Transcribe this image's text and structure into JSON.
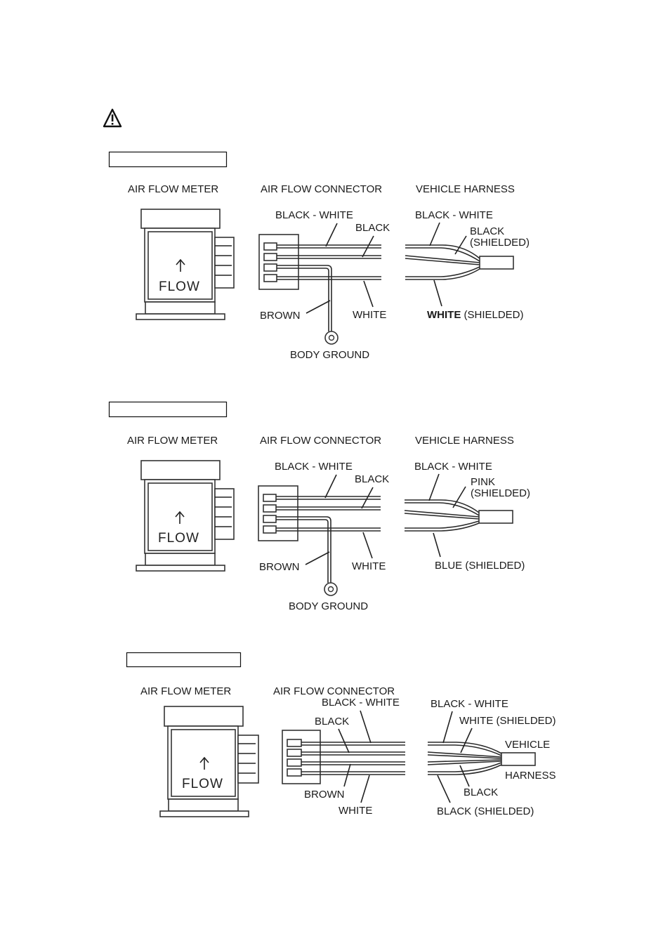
{
  "warning_icon": "warning-triangle-icon",
  "sections": [
    {
      "headers": {
        "meter": "AIR FLOW METER",
        "connector": "AIR FLOW CONNECTOR",
        "harness": "VEHICLE HARNESS"
      },
      "flow_text": "FLOW",
      "connector_labels": {
        "top": "BLACK - WHITE",
        "mid": "BLACK",
        "bottom": "WHITE",
        "ground_wire": "BROWN",
        "ground": "BODY GROUND"
      },
      "harness_labels": {
        "top": "BLACK - WHITE",
        "mid_1": "BLACK",
        "mid_2": "(SHIELDED)",
        "bottom_1": "WHITE",
        "bottom_2": "(SHIELDED)"
      }
    },
    {
      "headers": {
        "meter": "AIR FLOW METER",
        "connector": "AIR FLOW CONNECTOR",
        "harness": "VEHICLE HARNESS"
      },
      "flow_text": "FLOW",
      "connector_labels": {
        "top": "BLACK - WHITE",
        "mid": "BLACK",
        "bottom": "WHITE",
        "ground_wire": "BROWN",
        "ground": "BODY GROUND"
      },
      "harness_labels": {
        "top": "BLACK - WHITE",
        "mid_1": "PINK",
        "mid_2": "(SHIELDED)",
        "bottom": "BLUE (SHIELDED)"
      }
    },
    {
      "headers": {
        "meter": "AIR FLOW METER",
        "connector": "AIR FLOW CONNECTOR"
      },
      "flow_text": "FLOW",
      "connector_labels": {
        "top": "BLACK - WHITE",
        "black": "BLACK",
        "brown": "BROWN",
        "white": "WHITE"
      },
      "harness_labels": {
        "top": "BLACK - WHITE",
        "white_shielded": "WHITE (SHIELDED)",
        "vehicle": "VEHICLE",
        "harness": "HARNESS",
        "black": "BLACK",
        "black_shielded": "BLACK (SHIELDED)"
      }
    }
  ]
}
